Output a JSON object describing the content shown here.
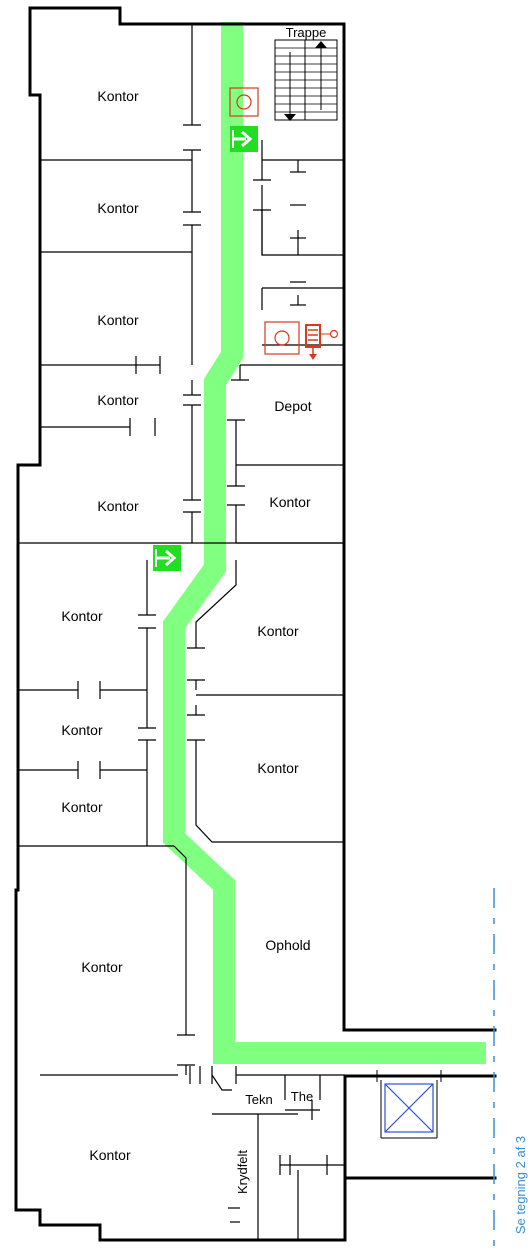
{
  "rooms": [
    {
      "label": "Kontor"
    },
    {
      "label": "Kontor"
    },
    {
      "label": "Kontor"
    },
    {
      "label": "Kontor"
    },
    {
      "label": "Kontor"
    },
    {
      "label": "Kontor"
    },
    {
      "label": "Kontor"
    },
    {
      "label": "Kontor"
    },
    {
      "label": "Kontor"
    },
    {
      "label": "Kontor"
    },
    {
      "label": "Kontor"
    },
    {
      "label": "Kontor"
    },
    {
      "label": "Kontor"
    }
  ],
  "special_rooms": {
    "stairs": "Trappe",
    "depot": "Depot",
    "lounge": "Ophold",
    "tech": "Tekn",
    "tea": "The",
    "crawlspace": "Krydfelt"
  },
  "reference_note": "Se tegning 2 af 3",
  "colors": {
    "escape_route": "#80ff80",
    "exit_sign": "#22dd22",
    "fire_equipment": "#d83a1a",
    "elevator": "#3050d0",
    "reference": "#3a8fd6"
  },
  "icons": [
    "exit-arrow-icon",
    "fire-hose-icon",
    "fire-extinguisher-icon",
    "elevator-icon",
    "stairs-icon"
  ]
}
